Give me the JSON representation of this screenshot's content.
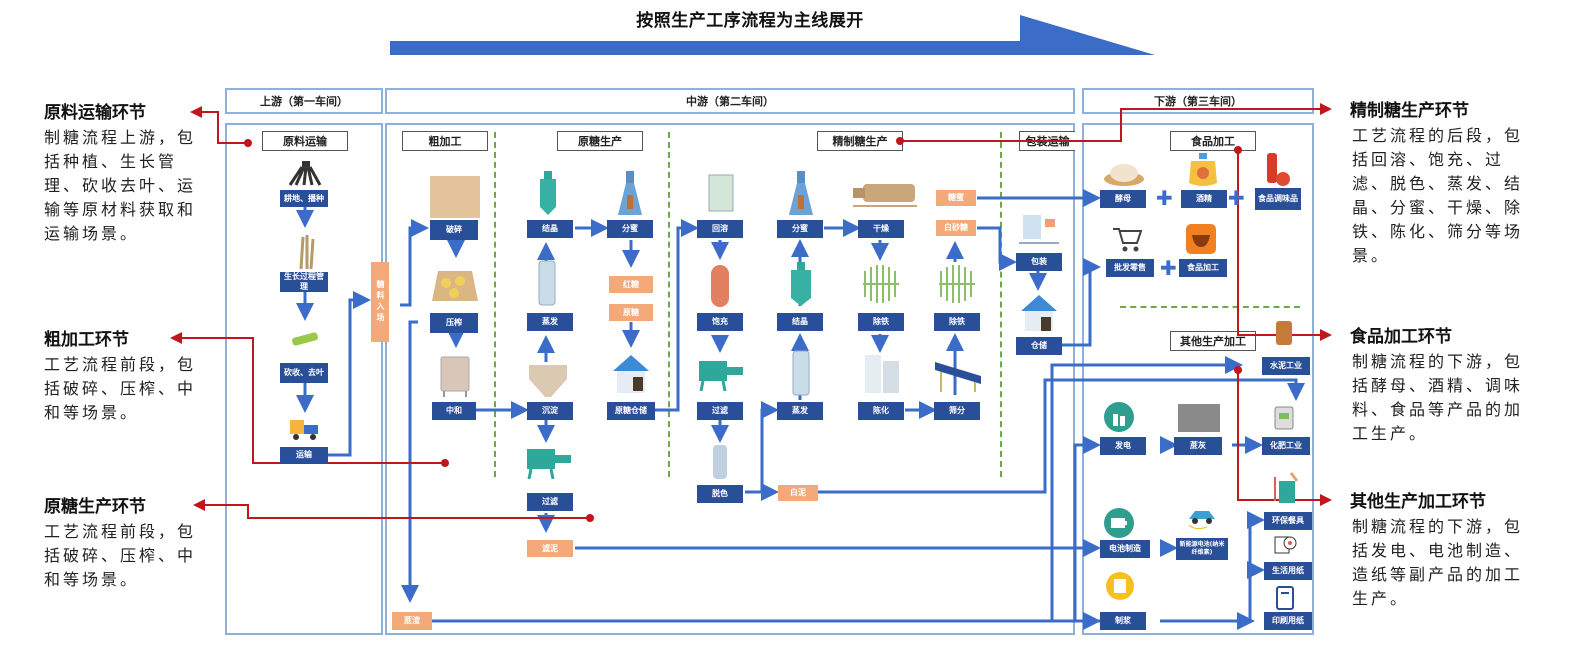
{
  "title": "按照生产工序流程为主线展开",
  "zones": {
    "upstream": "上游（第一车间）",
    "midstream": "中游（第二车间）",
    "downstream": "下游（第三车间）"
  },
  "sections": {
    "raw_transport": "原料运输",
    "rough_processing": "粗加工",
    "raw_sugar": "原糖生产",
    "refined_sugar": "精制糖生产",
    "packaging": "包装运输",
    "food_processing": "食品加工",
    "other_processing": "其他生产加工"
  },
  "upstream_nodes": {
    "plow": "耕地、播种",
    "growth": "生长过程管理",
    "harvest": "砍收、去叶",
    "transport": "运输",
    "intake": "糖料入场"
  },
  "rough_nodes": {
    "crush": "破碎",
    "press": "压榨",
    "neutralize": "中和",
    "bagasse": "蔗渣"
  },
  "raw_sugar_nodes": {
    "crystallize": "结晶",
    "centrifuge": "分蜜",
    "evaporate": "蒸发",
    "settle": "沉淀",
    "filter": "过滤",
    "filter_mud": "滤泥",
    "brown_sugar": "红糖",
    "raw_sugar_out": "原糖",
    "raw_storage": "原糖仓储"
  },
  "refined_nodes": {
    "remelt": "回溶",
    "saturate": "饱充",
    "filter": "过滤",
    "decolor": "脱色",
    "white_mud": "白泥",
    "evaporate": "蒸发",
    "crystallize": "结晶",
    "centrifuge": "分蜜",
    "dry": "干燥",
    "iron_removal_1": "除铁",
    "aging": "陈化",
    "sieve": "筛分",
    "iron_removal_2": "除铁",
    "molasses": "糖蜜",
    "white_sugar": "白砂糖"
  },
  "packaging_nodes": {
    "package": "包装",
    "storage": "仓储"
  },
  "food_nodes": {
    "yeast": "酵母",
    "alcohol": "酒精",
    "seasoning": "食品调味品",
    "wholesale": "批发零售",
    "food_proc": "食品加工"
  },
  "other_nodes": {
    "cement": "水泥工业",
    "power": "发电",
    "ash": "蔗灰",
    "fertilizer": "化肥工业",
    "battery": "电池制造",
    "ev": "新能源电池(纳米纤维素)",
    "pulp": "制浆",
    "tableware": "环保餐具",
    "tissue": "生活用纸",
    "printing": "印刷用纸"
  },
  "annotations": [
    {
      "title": "原料运输环节",
      "desc": "制糖流程上游，包括种植、生长管理、砍收去叶、运输等原材料获取和运输场景。"
    },
    {
      "title": "粗加工环节",
      "desc": "工艺流程前段，包括破碎、压榨、中和等场景。"
    },
    {
      "title": "原糖生产环节",
      "desc": "工艺流程前段，包括破碎、压榨、中和等场景。"
    },
    {
      "title": "精制糖生产环节",
      "desc": "工艺流程的后段，包括回溶、饱充、过滤、脱色、蒸发、结晶、分蜜、干燥、除铁、陈化、筛分等场景。"
    },
    {
      "title": "食品加工环节",
      "desc": "制糖流程的下游，包括酵母、酒精、调味料、食品等产品的加工生产。"
    },
    {
      "title": "其他生产加工环节",
      "desc": "制糖流程的下游，包括发电、电池制造、造纸等副产品的加工生产。"
    }
  ],
  "colors": {
    "node_blue": "#2a4f99",
    "node_orange": "#f4a97a",
    "flow_blue": "#3a6cc8",
    "callout_red": "#c0161c",
    "divider_green": "#6ea84a"
  }
}
